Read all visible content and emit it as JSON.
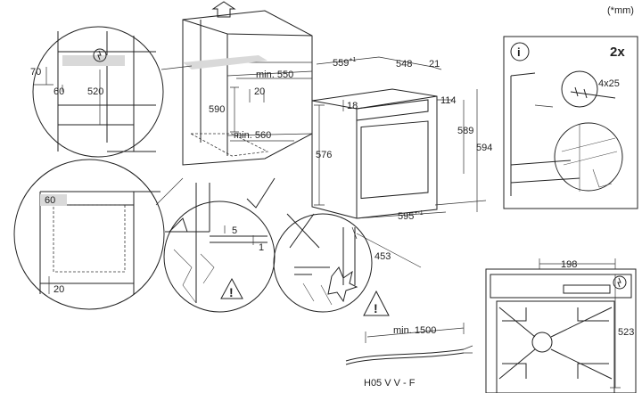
{
  "units_note": "(*mm)",
  "cabinet": {
    "min_550": "min. 550",
    "min_560": "min. 560",
    "dim_590": "590",
    "dim_20": "20"
  },
  "detail_top": {
    "d70": "70",
    "d60": "60",
    "d520": "520"
  },
  "detail_mid": {
    "d60": "60",
    "d20": "20"
  },
  "oven": {
    "d559": "559",
    "d559_sup": "+1",
    "d548": "548",
    "d21": "21",
    "d114": "114",
    "d18": "18",
    "d576": "576",
    "d589": "589",
    "d594": "594",
    "d595": "595",
    "d595_sup": "+-1",
    "d453": "453"
  },
  "install": {
    "d5": "5",
    "d1": "1"
  },
  "screw_panel": {
    "info": "i",
    "count": "2x",
    "screws": "4x25"
  },
  "cable": {
    "min_length": "min. 1500",
    "type": "H05 V V - F"
  },
  "hob": {
    "d198": "198",
    "d523": "523"
  }
}
